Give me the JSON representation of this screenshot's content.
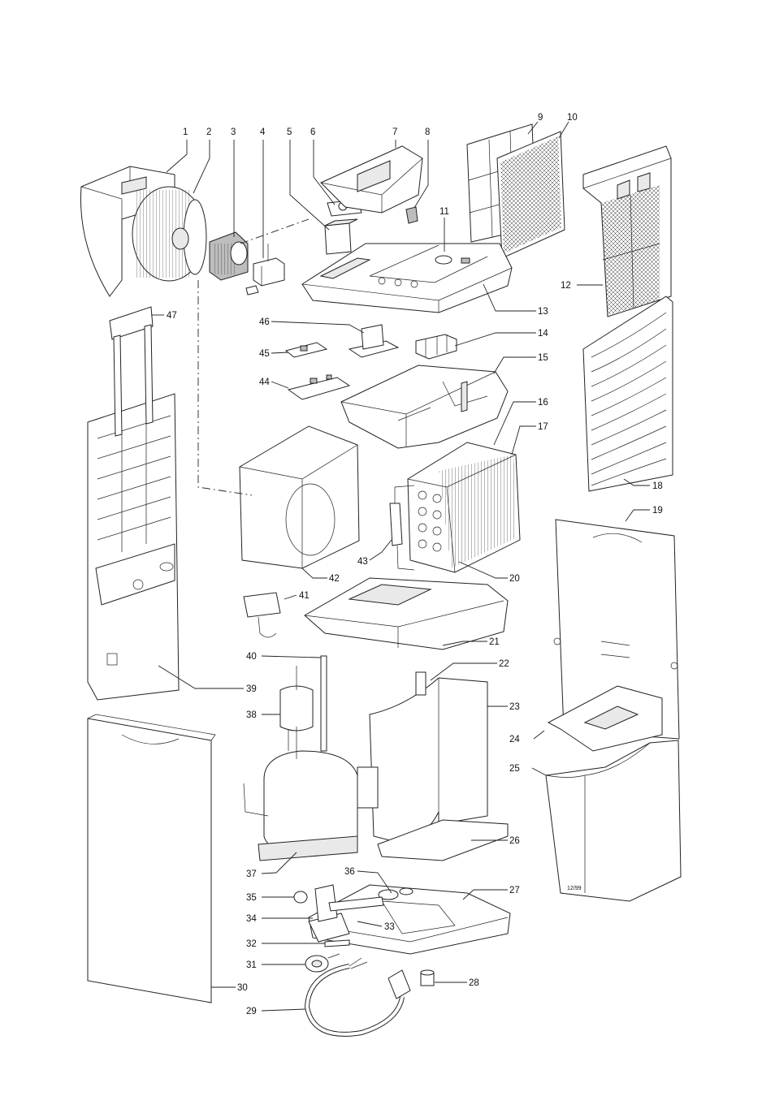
{
  "diagram": {
    "part_numbers": [
      "1",
      "2",
      "3",
      "4",
      "5",
      "6",
      "7",
      "8",
      "9",
      "10",
      "11",
      "12",
      "13",
      "14",
      "15",
      "16",
      "17",
      "18",
      "19",
      "20",
      "21",
      "22",
      "23",
      "24",
      "25",
      "26",
      "27",
      "28",
      "29",
      "30",
      "31",
      "32",
      "33",
      "34",
      "35",
      "36",
      "37",
      "38",
      "39",
      "40",
      "41",
      "42",
      "43",
      "44",
      "45",
      "46",
      "47"
    ],
    "panel_marking": "12/99"
  },
  "colors": {
    "line": "#222222",
    "background": "#ffffff"
  }
}
